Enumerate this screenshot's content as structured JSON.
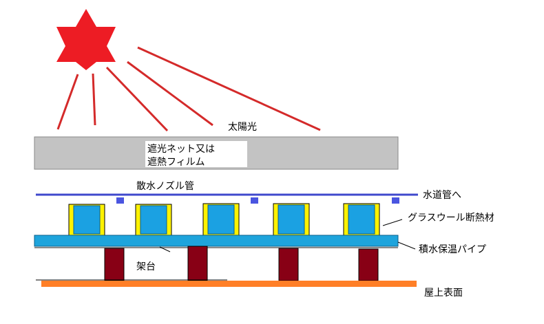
{
  "labels": {
    "sunlight": "太陽光",
    "shade_line1": "遮光ネット又は",
    "shade_line2": "遮熱フィルム",
    "nozzle_pipe": "散水ノズル管",
    "to_water_pipe": "水道管へ",
    "glass_wool": "グラスウール断熱材",
    "storage_pipe": "積水保温パイプ",
    "stand": "架台",
    "roof_surface": "屋上表面"
  },
  "colors": {
    "sun": "#ed1c24",
    "rays": "#d42a2a",
    "shade_panel": "#c3c3c3",
    "nozzle_pipe": "#3f48cc",
    "nozzle": "#4a55e0",
    "insulation": "#fff200",
    "water_pipe": "#1ba1e2",
    "base_board": "#1ea4dc",
    "stand": "#880015",
    "roof": "#ff7f27"
  },
  "icons": {
    "sun": "sun-star-icon"
  }
}
